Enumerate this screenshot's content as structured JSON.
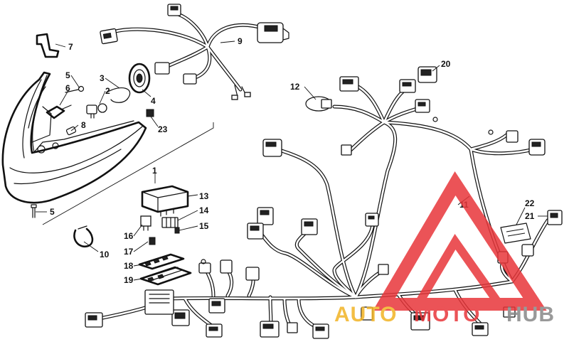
{
  "diagram": {
    "callouts": [
      {
        "id": "c1",
        "label": "1"
      },
      {
        "id": "c2",
        "label": "2"
      },
      {
        "id": "c3",
        "label": "3"
      },
      {
        "id": "c4",
        "label": "4"
      },
      {
        "id": "c5a",
        "label": "5"
      },
      {
        "id": "c5b",
        "label": "5"
      },
      {
        "id": "c6",
        "label": "6"
      },
      {
        "id": "c7",
        "label": "7"
      },
      {
        "id": "c8",
        "label": "8"
      },
      {
        "id": "c9",
        "label": "9"
      },
      {
        "id": "c10",
        "label": "10"
      },
      {
        "id": "c11",
        "label": "11"
      },
      {
        "id": "c12",
        "label": "12"
      },
      {
        "id": "c13",
        "label": "13"
      },
      {
        "id": "c14",
        "label": "14"
      },
      {
        "id": "c15",
        "label": "15"
      },
      {
        "id": "c16",
        "label": "16"
      },
      {
        "id": "c17",
        "label": "17"
      },
      {
        "id": "c18",
        "label": "18"
      },
      {
        "id": "c19",
        "label": "19"
      },
      {
        "id": "c20",
        "label": "20"
      },
      {
        "id": "c21",
        "label": "21"
      },
      {
        "id": "c22",
        "label": "22"
      },
      {
        "id": "c23",
        "label": "23"
      }
    ]
  },
  "watermark": {
    "part1": "AUTO",
    "part2": "MOTO",
    "part3": "HUB",
    "color_red": "#e8363a",
    "color_gold": "#f2b324",
    "color_gray": "#888888"
  }
}
